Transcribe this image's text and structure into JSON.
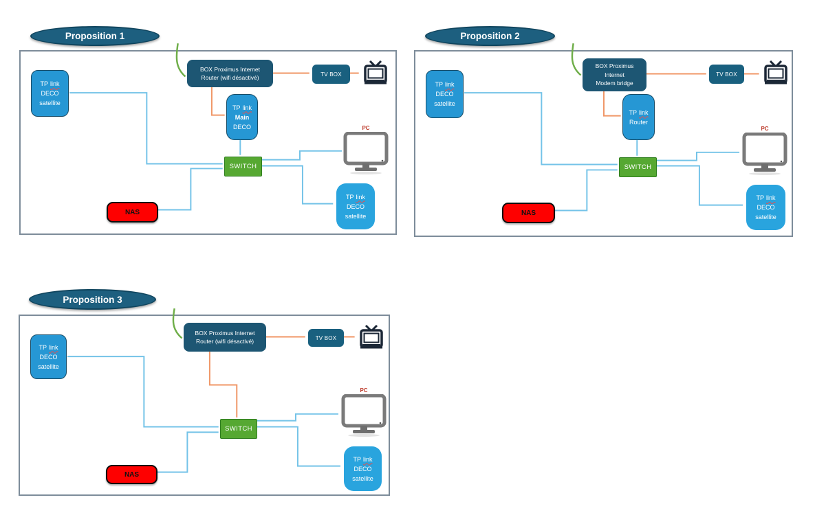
{
  "propositions": [
    {
      "title": "Proposition 1",
      "nodes": {
        "tp_satellite_left": {
          "tp": "TP",
          "link": "link",
          "line2": "DECO",
          "line3": "satellite"
        },
        "box_internet": {
          "line1": "BOX Proximus Internet",
          "line2": "Router (wifi désactivé)"
        },
        "tv_box": "TV BOX",
        "tp_middle": {
          "tp": "TP",
          "link": "link",
          "line2": "Main",
          "line3": "DECO"
        },
        "switch": "SWITCH",
        "pc_label": "PC",
        "nas": "NAS",
        "tp_satellite_right": {
          "tp": "TP",
          "link": "link",
          "line2": "DECO",
          "line3": "satellite"
        }
      }
    },
    {
      "title": "Proposition 2",
      "nodes": {
        "tp_satellite_left": {
          "tp": "TP",
          "link": "link",
          "line2": "DECO",
          "line3": "satellite"
        },
        "box_internet": {
          "line1": "BOX Proximus",
          "line2": "Internet",
          "line3": "Modem bridge"
        },
        "tv_box": "TV BOX",
        "tp_middle": {
          "tp": "TP",
          "link": "link",
          "line2": "Router"
        },
        "switch": "SWITCH",
        "pc_label": "PC",
        "nas": "NAS",
        "tp_satellite_right": {
          "tp": "TP",
          "link": "link",
          "line2": "DECO",
          "line3": "satellite"
        }
      }
    },
    {
      "title": "Proposition 3",
      "nodes": {
        "tp_satellite_left": {
          "tp": "TP",
          "link": "link",
          "line2": "DECO",
          "line3": "satellite"
        },
        "box_internet": {
          "line1": "BOX Proximus Internet",
          "line2": "Router (wifi désactivé)"
        },
        "tv_box": "TV BOX",
        "switch": "SWITCH",
        "pc_label": "PC",
        "nas": "NAS",
        "tp_satellite_right": {
          "tp": "TP",
          "link": "link",
          "line2": "DECO",
          "line3": "satellite"
        }
      }
    }
  ],
  "icons": {
    "tv": "tv-icon",
    "pc": "pc-monitor-icon"
  },
  "colors": {
    "node_dark_blue": "#1d5673",
    "tv_box_teal": "#19607f",
    "tp_blue": "#2697d4",
    "tp_blue_bright": "#29a4de",
    "switch_green": "#56a832",
    "nas_red": "#fe0000",
    "cable_blue": "#74c3e8",
    "cable_orange": "#f09767",
    "cable_green": "#6fae49",
    "title_ellipse": "#1d5f7f",
    "frame_border": "#7d8c9a",
    "pc_label_red": "#bd3a2a"
  }
}
